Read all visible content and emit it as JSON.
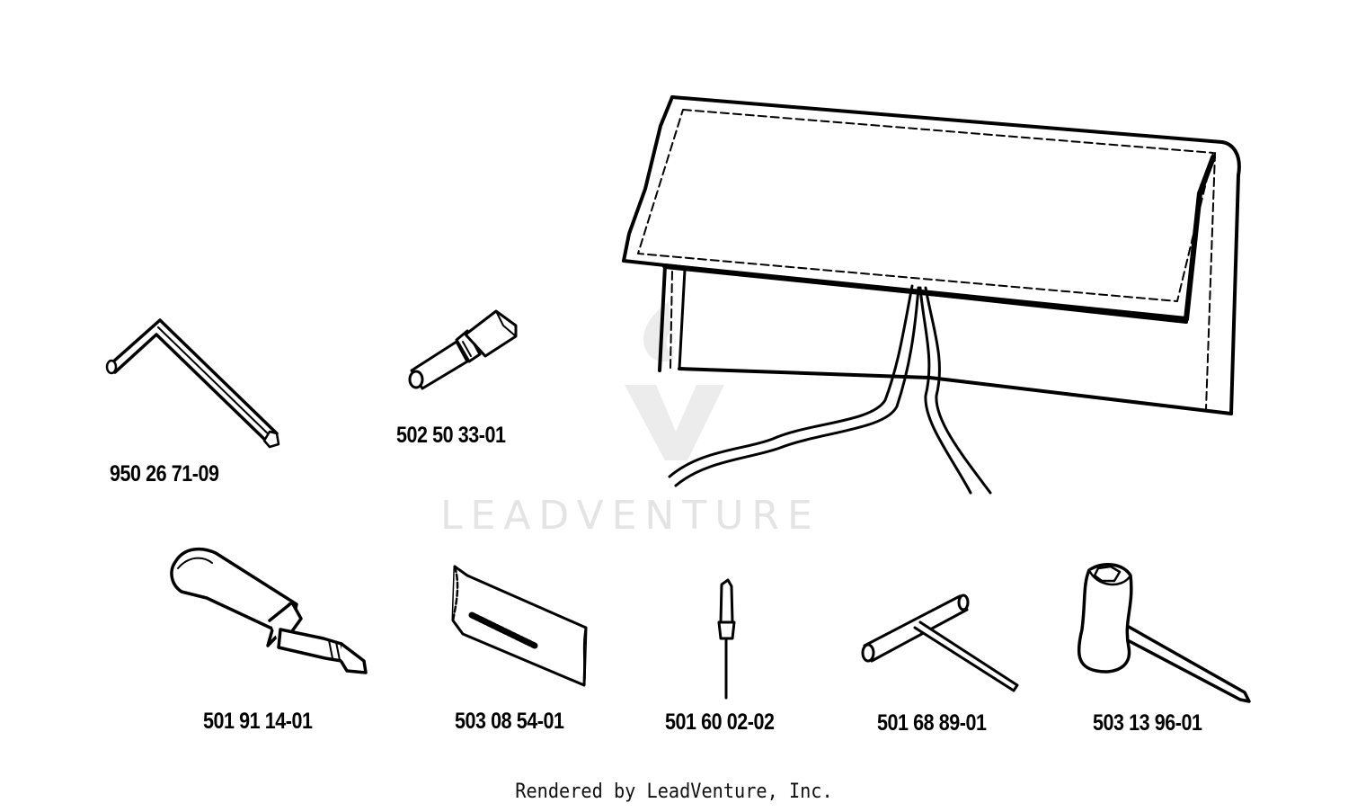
{
  "watermark": {
    "text": "LEADVENTURE"
  },
  "parts": [
    {
      "id": "hex-key",
      "number": "950 26 71-09"
    },
    {
      "id": "adapter",
      "number": "502 50 33-01"
    },
    {
      "id": "bearing-tool",
      "number": "501 91 14-01"
    },
    {
      "id": "file-sleeve",
      "number": "503 08 54-01"
    },
    {
      "id": "screwdriver",
      "number": "501 60 02-02"
    },
    {
      "id": "t-wrench",
      "number": "501 68 89-01"
    },
    {
      "id": "combination-wrench",
      "number": "503 13 96-01"
    }
  ],
  "footer": {
    "text": "Rendered by LeadVenture, Inc."
  }
}
